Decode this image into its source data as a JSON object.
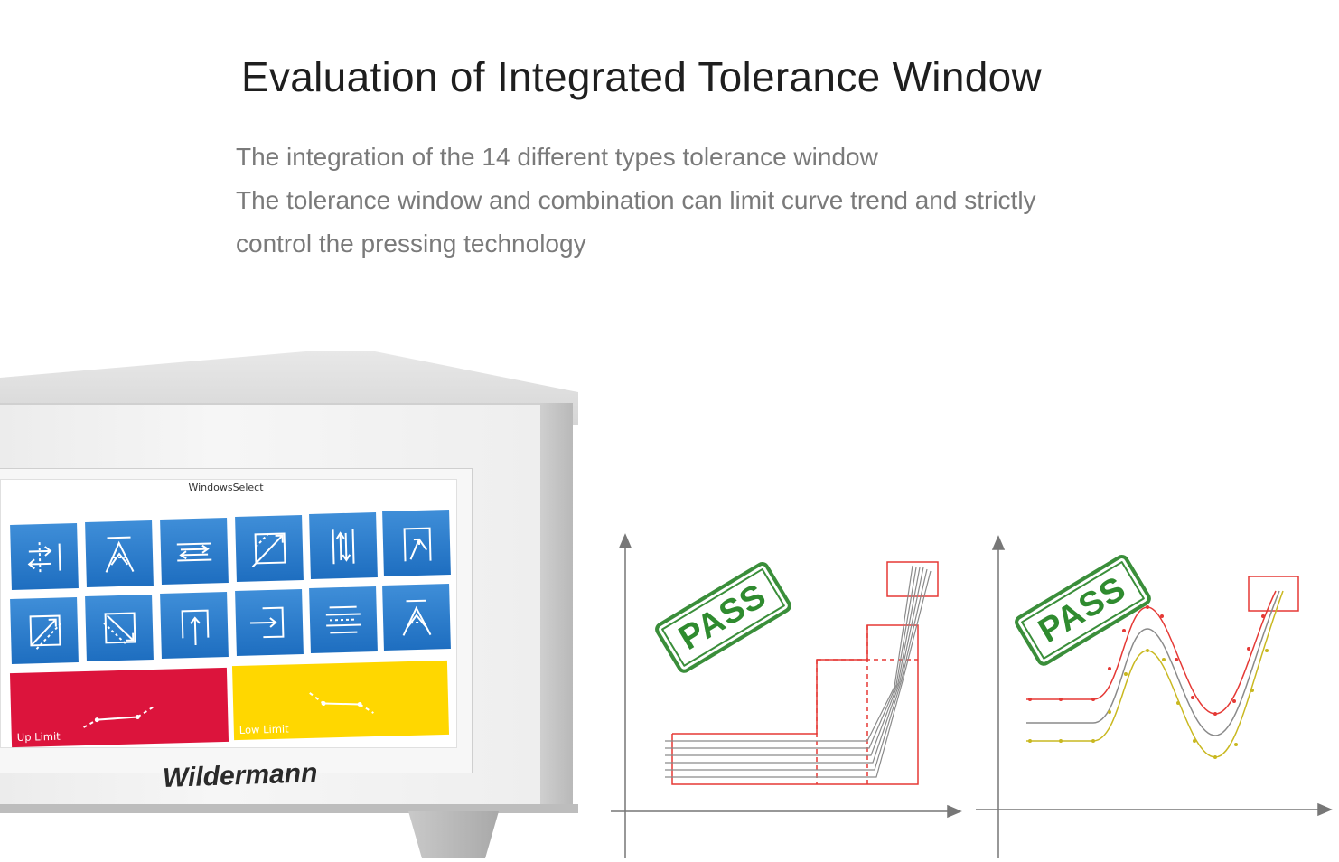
{
  "headline": "Evaluation of Integrated Tolerance Window",
  "description": [
    "The integration of the 14 different types tolerance window",
    "The tolerance window and combination can limit curve trend and strictly",
    "control the pressing technology"
  ],
  "device": {
    "screen_title": "WindowsSelect",
    "brand": "Wildermann",
    "tiles": [
      "arrows-in-bar-icon",
      "triangle-peak-icon",
      "double-arrows-icon",
      "diagonal-arrow-icon",
      "vertical-arrows-icon",
      "box-up-icon",
      "box-diagonal-icon",
      "box-diagonal-down-icon",
      "box-arrow-up-icon",
      "arrow-into-box-icon",
      "horizontal-bands-icon",
      "triangle-peak-alt-icon"
    ],
    "up_limit": {
      "label": "Up Limit",
      "color": "#dc143c"
    },
    "low_limit": {
      "label": "Low Limit",
      "color": "#ffd700"
    },
    "tile_color": "#2a7dcd"
  },
  "charts": {
    "stamp_text": "PASS",
    "stamp_color": "#2f8b2f",
    "window_color": "#e53935",
    "curve_colors": [
      "#e53935",
      "#888888",
      "#c9b820"
    ]
  }
}
